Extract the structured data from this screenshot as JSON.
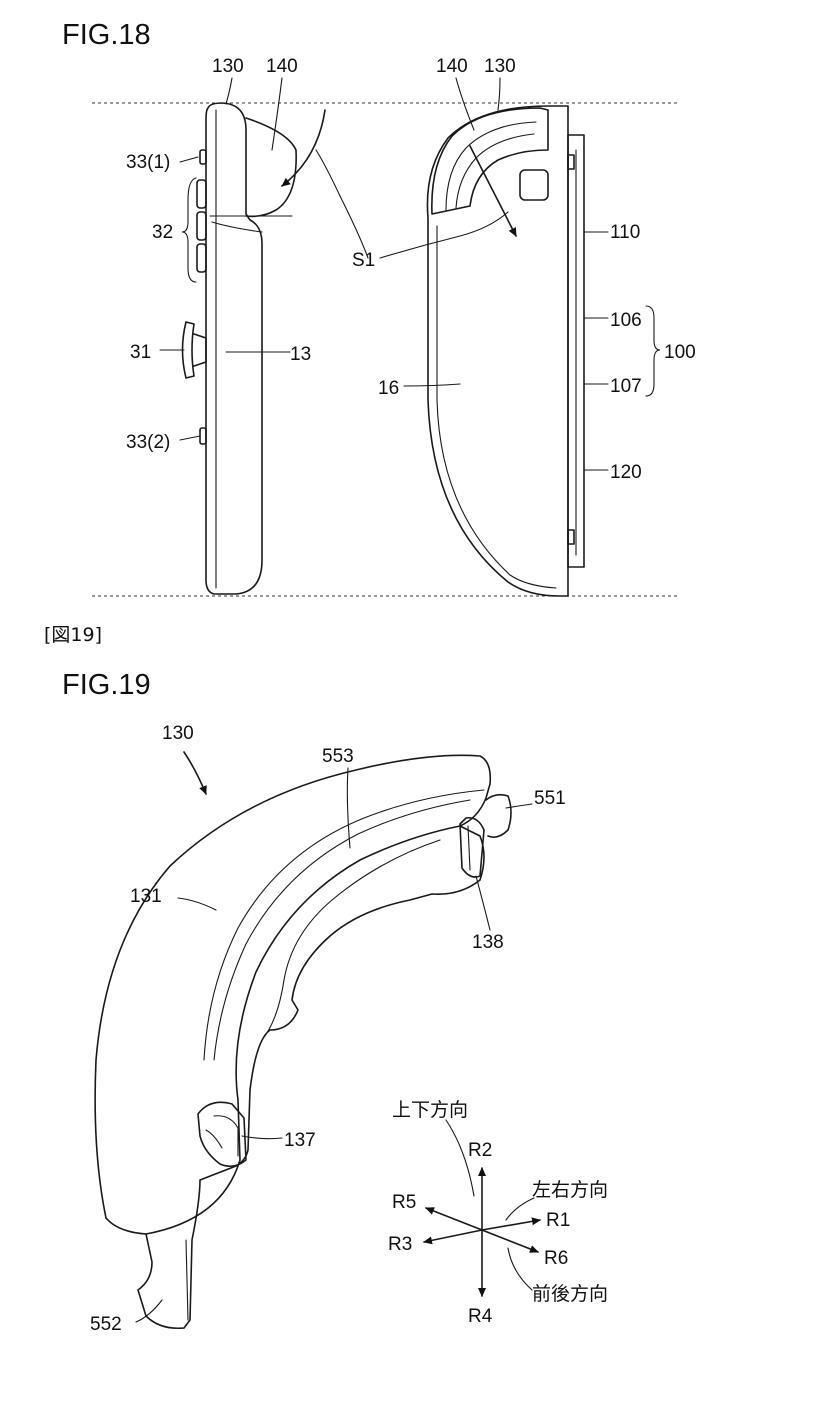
{
  "fig18": {
    "title": "FIG.18",
    "labels": {
      "l130_left": "130",
      "l140_left": "140",
      "l140_right": "140",
      "l130_right": "130",
      "l33_1": "33(1)",
      "l32": "32",
      "l31": "31",
      "l13": "13",
      "l33_2": "33(2)",
      "lS1": "S1",
      "l16": "16",
      "l110": "110",
      "l106": "106",
      "l100": "100",
      "l107": "107",
      "l120": "120"
    }
  },
  "section_header": "[図19]",
  "fig19": {
    "title": "FIG.19",
    "labels": {
      "l130": "130",
      "l553": "553",
      "l551": "551",
      "l131": "131",
      "l138": "138",
      "l137": "137",
      "l552": "552"
    },
    "axes": {
      "vertical": "上下方向",
      "lateral": "左右方向",
      "front_back": "前後方向",
      "r1": "R1",
      "r2": "R2",
      "r3": "R3",
      "r4": "R4",
      "r5": "R5",
      "r6": "R6"
    }
  }
}
